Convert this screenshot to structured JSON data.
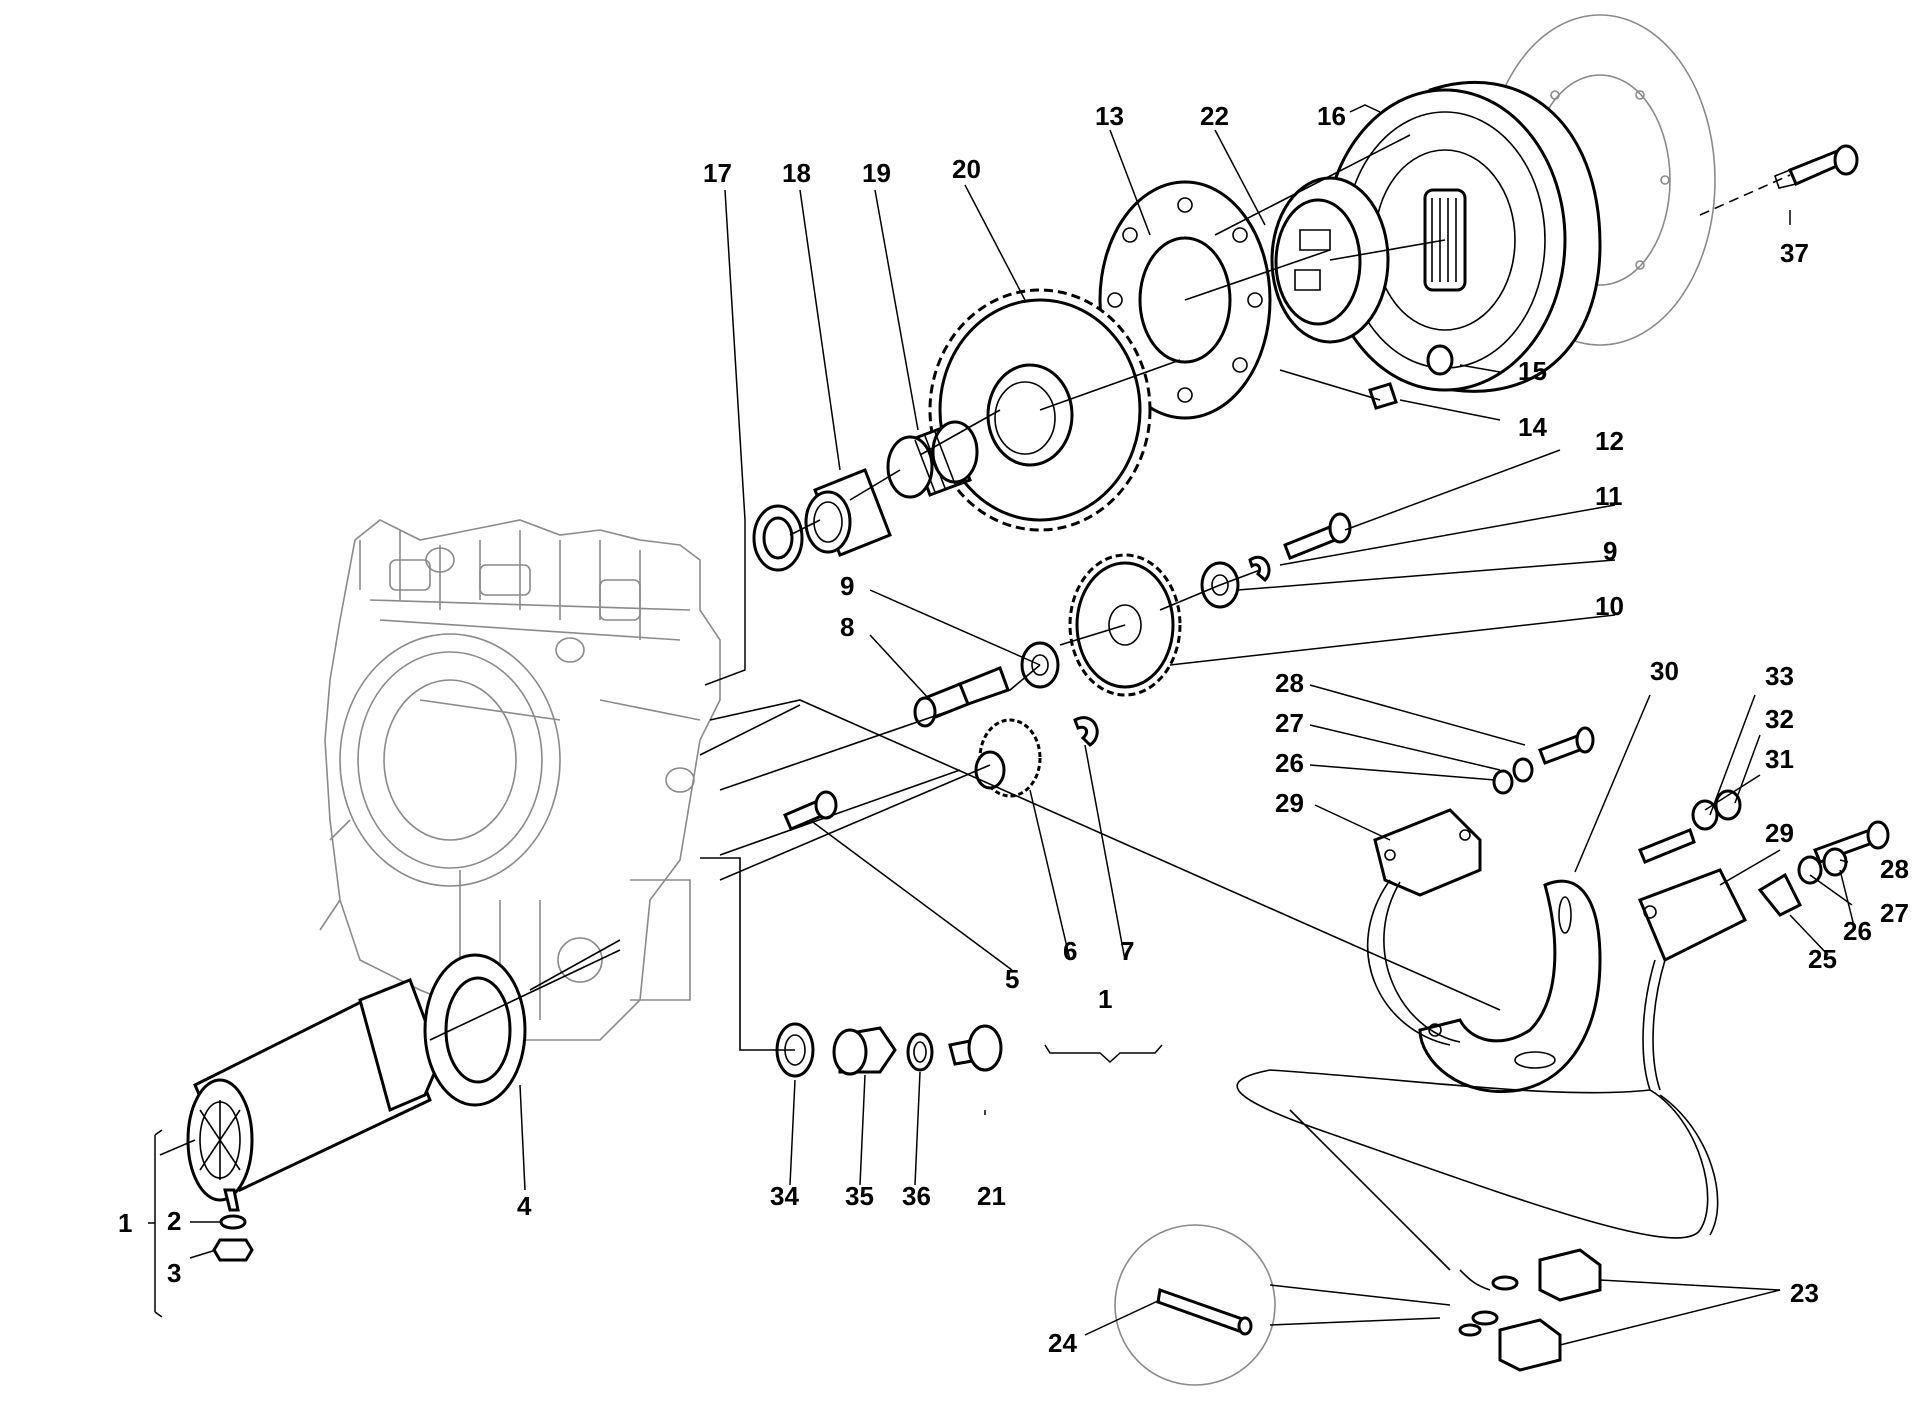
{
  "diagram": {
    "part_numbers": [
      "1",
      "2",
      "3",
      "4",
      "5",
      "6",
      "7",
      "8",
      "9",
      "10",
      "11",
      "12",
      "13",
      "14",
      "15",
      "16",
      "17",
      "18",
      "19",
      "20",
      "21",
      "22",
      "23",
      "24",
      "25",
      "26",
      "27",
      "28",
      "29",
      "30",
      "31",
      "32",
      "33",
      "34",
      "35",
      "36",
      "37"
    ],
    "callouts": {
      "c17": "17",
      "c18": "18",
      "c19": "19",
      "c20": "20",
      "c13": "13",
      "c22": "22",
      "c16": "16",
      "c37": "37",
      "c15": "15",
      "c14": "14",
      "c12": "12",
      "c11": "11",
      "c9a": "9",
      "c10": "10",
      "c9b": "9",
      "c8": "8",
      "c28a": "28",
      "c27a": "27",
      "c26a": "26",
      "c29a": "29",
      "c30": "30",
      "c33": "33",
      "c32": "32",
      "c31": "31",
      "c29b": "29",
      "c28b": "28",
      "c27b": "27",
      "c26b": "26",
      "c25": "25",
      "c5": "5",
      "c6": "6",
      "c7": "7",
      "c1grp": "1",
      "c1": "1",
      "c2": "2",
      "c3": "3",
      "c4": "4",
      "c34": "34",
      "c35": "35",
      "c36": "36",
      "c21": "21",
      "c23": "23",
      "c24": "24"
    }
  }
}
